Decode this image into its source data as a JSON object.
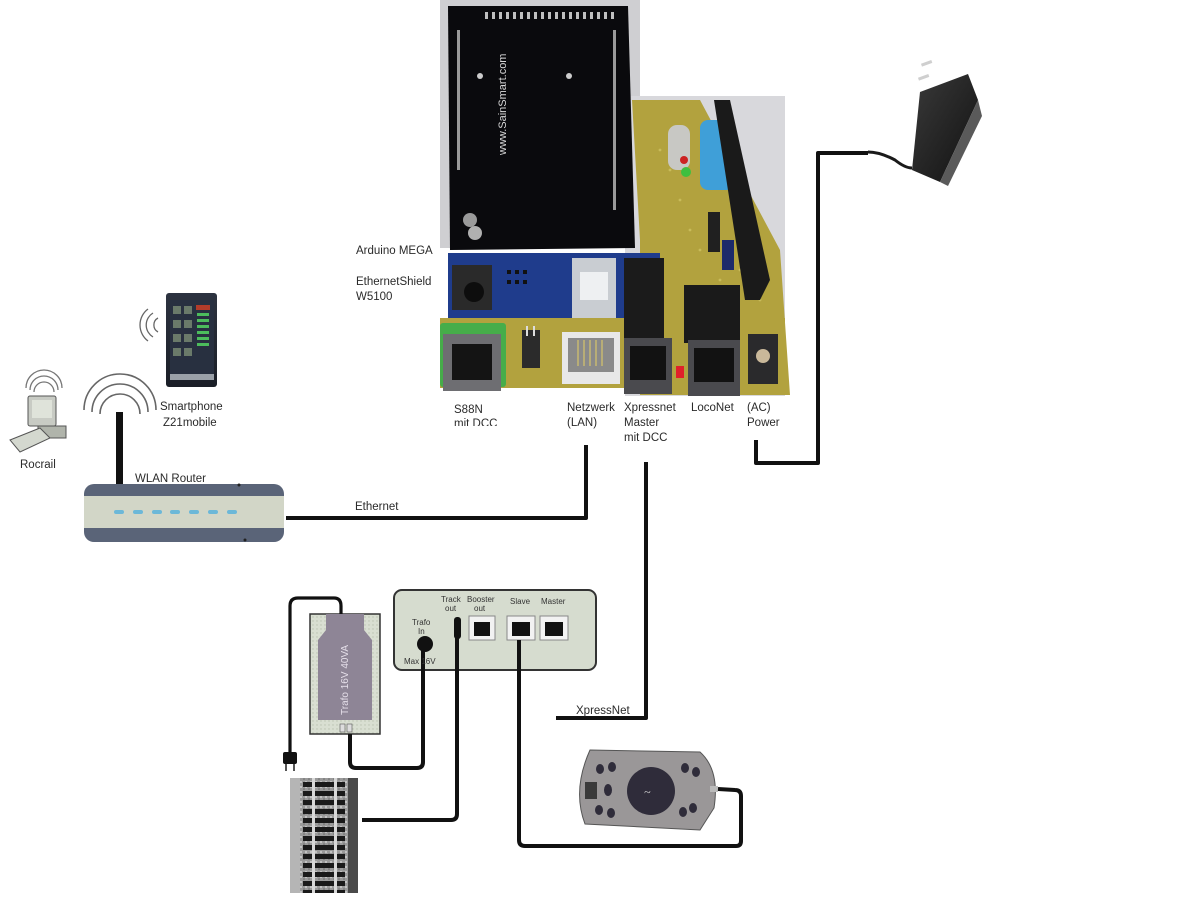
{
  "diagram": {
    "title": "Arduino MEGA Z21 command station wiring",
    "board": {
      "labels": [
        "Arduino MEGA",
        "EthernetShield",
        "W5100"
      ],
      "silkscreen": "www.SainSmart.com",
      "ports": [
        {
          "line1": "S88N",
          "line2": "mit DCC"
        },
        {
          "line1": "Netzwerk",
          "line2": "(LAN)"
        },
        {
          "line1": "Xpressnet",
          "line2": "Master",
          "line3": "mit DCC"
        },
        {
          "line1": "LocoNet"
        },
        {
          "line1": "(AC)",
          "line2": "Power"
        }
      ]
    },
    "devices": {
      "smartphone": {
        "line1": "Smartphone",
        "line2": "Z21mobile"
      },
      "pc": {
        "label": "Rocrail"
      },
      "router": {
        "label": "WLAN Router"
      },
      "booster": {
        "ports": [
          {
            "line1": "Trafo",
            "line2": "In"
          },
          {
            "line1": "Track",
            "line2": "out"
          },
          {
            "line1": "Booster",
            "line2": "out"
          },
          {
            "line1": "Slave"
          },
          {
            "line1": "Master"
          }
        ],
        "max_label": "Max 16V"
      },
      "transformer": {
        "label": "Trafo 16V 40VA"
      }
    },
    "connections": {
      "ethernet": "Ethernet",
      "xpressnet": "XpressNet"
    },
    "colors": {
      "wire": "#111111",
      "pcb_black": "#0a0a0d",
      "pcb_yellow": "#b7a743",
      "shield_blue": "#1f3c8c",
      "device_gray": "#d6dccf",
      "router_blue": "#5a6478",
      "led_blue": "#6cb8d8"
    }
  }
}
